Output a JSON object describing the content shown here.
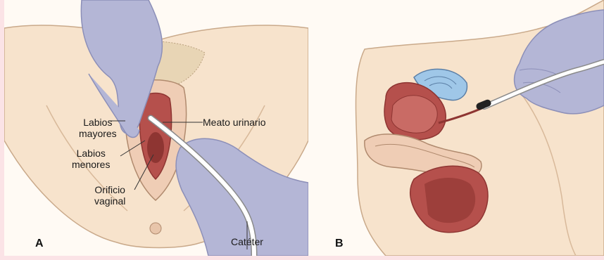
{
  "figure": {
    "panel_a": {
      "letter": "A",
      "labels": {
        "labios_mayores_1": "Labios",
        "labios_mayores_2": "mayores",
        "labios_menores_1": "Labios",
        "labios_menores_2": "menores",
        "orificio_1": "Orificio",
        "orificio_2": "vaginal",
        "meato": "Meato urinario",
        "cateter": "Catéter"
      }
    },
    "panel_b": {
      "letter": "B"
    }
  },
  "colors": {
    "frame": "#fbe3e6",
    "skin": "#f7e3cc",
    "skin_outline": "#c9a98a",
    "glove": "#b4b6d6",
    "glove_outline": "#8c8fb8",
    "tissue": "#b5504c",
    "tissue_dark": "#8e3532",
    "catheter": "#ffffff",
    "bladder_blue": "#9fc7e8"
  }
}
